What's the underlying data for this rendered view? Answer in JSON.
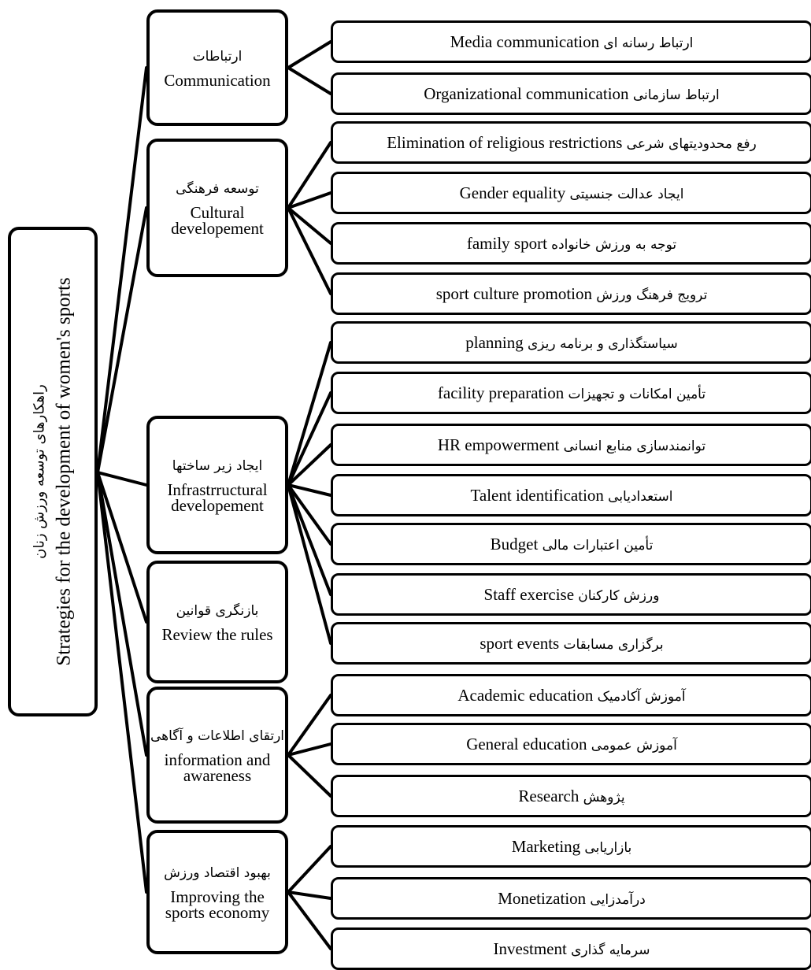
{
  "root": {
    "label_fa": "راهکارهای توسعه ورزش زنان",
    "label_en": "Strategies for the development of women's sports"
  },
  "categories": [
    {
      "label_fa": "ارتباطات",
      "label_en": "Communication",
      "items": [
        {
          "fa": "ارتباط رسانه ای",
          "en": "Media communication"
        },
        {
          "fa": "ارتباط سازمانی",
          "en": "Organizational communication"
        }
      ]
    },
    {
      "label_fa": "توسعه فرهنگی",
      "label_en": "Cultural developement",
      "items": [
        {
          "fa": "رفع محدودیتهای شرعی",
          "en": "Elimination of religious restrictions"
        },
        {
          "fa": "ایجاد عدالت جنسیتی",
          "en": "Gender equality"
        },
        {
          "fa": "توجه به ورزش خانواده",
          "en": "family sport"
        },
        {
          "fa": "ترویج فرهنگ ورزش",
          "en": "sport culture promotion"
        }
      ]
    },
    {
      "label_fa": "ایجاد زیر ساختها",
      "label_en": "Infrastrructural developement",
      "items": [
        {
          "fa": "سیاستگذاری و برنامه ریزی",
          "en": "planning"
        },
        {
          "fa": "تأمین امکانات و تجهیزات",
          "en": "facility preparation"
        },
        {
          "fa": "توانمندسازی منابع انسانی",
          "en": "HR empowerment"
        },
        {
          "fa": "استعدادیابی",
          "en": "Talent identification"
        },
        {
          "fa": "تأمین اعتبارات مالی",
          "en": "Budget"
        },
        {
          "fa": "ورزش کارکنان",
          "en": "Staff exercise"
        },
        {
          "fa": "برگزاری مسابقات",
          "en": "sport events"
        }
      ]
    },
    {
      "label_fa": "بازنگری قوانین",
      "label_en": "Review the rules",
      "items": []
    },
    {
      "label_fa": "ارتقای اطلاعات و آگاهی",
      "label_en": "information and awareness",
      "items": [
        {
          "fa": "آموزش آکادمیک",
          "en": "Academic education"
        },
        {
          "fa": "آموزش عمومی",
          "en": "General education"
        },
        {
          "fa": "پژوهش",
          "en": "Research"
        }
      ]
    },
    {
      "label_fa": "بهبود اقتصاد ورزش",
      "label_en": "Improving the sports economy",
      "items": [
        {
          "fa": "بازاریابی",
          "en": "Marketing"
        },
        {
          "fa": "درآمدزایی",
          "en": "Monetization"
        },
        {
          "fa": "سرمایه گذاری",
          "en": "Investment"
        }
      ]
    }
  ]
}
